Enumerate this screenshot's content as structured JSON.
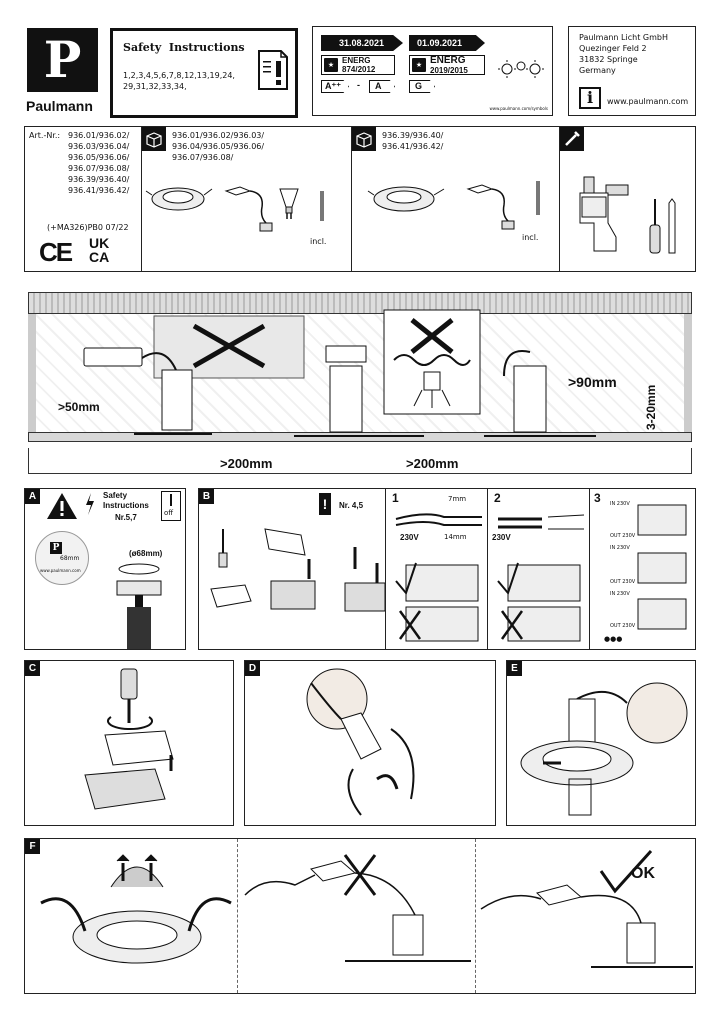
{
  "brand": {
    "logo_letter": "P",
    "name": "Paulmann"
  },
  "safety": {
    "title": "Safety  Instructions",
    "pages_line1": "1,2,3,4,5,6,7,8,12,13,19,24,",
    "pages_line2": "29,31,32,33,34,"
  },
  "energy": {
    "date_old": "31.08.2021",
    "date_new": "01.09.2021",
    "label_old_word": "ENERG",
    "label_old_reg": "874/2012",
    "label_new_word": "ENERG",
    "label_new_reg": "2019/2015",
    "class_old_a": "A⁺⁺",
    "class_sep": "-",
    "class_old_b": "A",
    "class_new": "G",
    "small_url": "www.paulmann.com/symbols"
  },
  "address": {
    "company": "Paulmann Licht GmbH",
    "street": "Quezinger Feld 2",
    "city": "31832 Springe",
    "country": "Germany",
    "info_icon": "i",
    "website": "www.paulmann.com"
  },
  "articles": {
    "label": "Art.-Nr.:",
    "list": [
      "936.01/936.02/",
      "936.03/936.04/",
      "936.05/936.06/",
      "936.07/936.08/",
      "936.39/936.40/",
      "936.41/936.42/"
    ],
    "code": "(+MA326)PB0 07/22",
    "marks": {
      "ce": "CE",
      "ukca_top": "UK",
      "ukca_bottom": "CA"
    }
  },
  "contents_1": {
    "lines": [
      "936.01/936.02/936.03/",
      "936.04/936.05/936.06/",
      "936.07/936.08/"
    ],
    "incl": "incl."
  },
  "contents_2": {
    "lines": [
      "936.39/936.40/",
      "936.41/936.42/"
    ],
    "incl": "incl."
  },
  "ceiling": {
    "dim_50": ">50mm",
    "dim_90": ">90mm",
    "dim_3_20": "3-20mm",
    "dim_200_a": ">200mm",
    "dim_200_b": ">200mm"
  },
  "step_a": {
    "label": "A",
    "safety_word": "Safety",
    "safety_word2": "Instructions",
    "ref": "Nr.5,7",
    "off": "off",
    "hole": "(ø68mm)",
    "hole_small": "68mm",
    "url": "www.paulmann.com"
  },
  "step_b": {
    "label": "B",
    "ref": "Nr. 4,5",
    "s1": "1",
    "s2": "2",
    "s3": "3",
    "strip_7": "7mm",
    "strip_14": "14mm",
    "volt_1": "230V",
    "volt_2": "230V",
    "in1": "IN 230V",
    "out1": "OUT 230V",
    "in2": "IN 230V",
    "out2": "OUT 230V",
    "in3": "IN 230V",
    "out3": "OUT 230V",
    "dots": "●●●"
  },
  "step_c": {
    "label": "C"
  },
  "step_d": {
    "label": "D"
  },
  "step_e": {
    "label": "E"
  },
  "step_f": {
    "label": "F",
    "ok": "OK"
  }
}
